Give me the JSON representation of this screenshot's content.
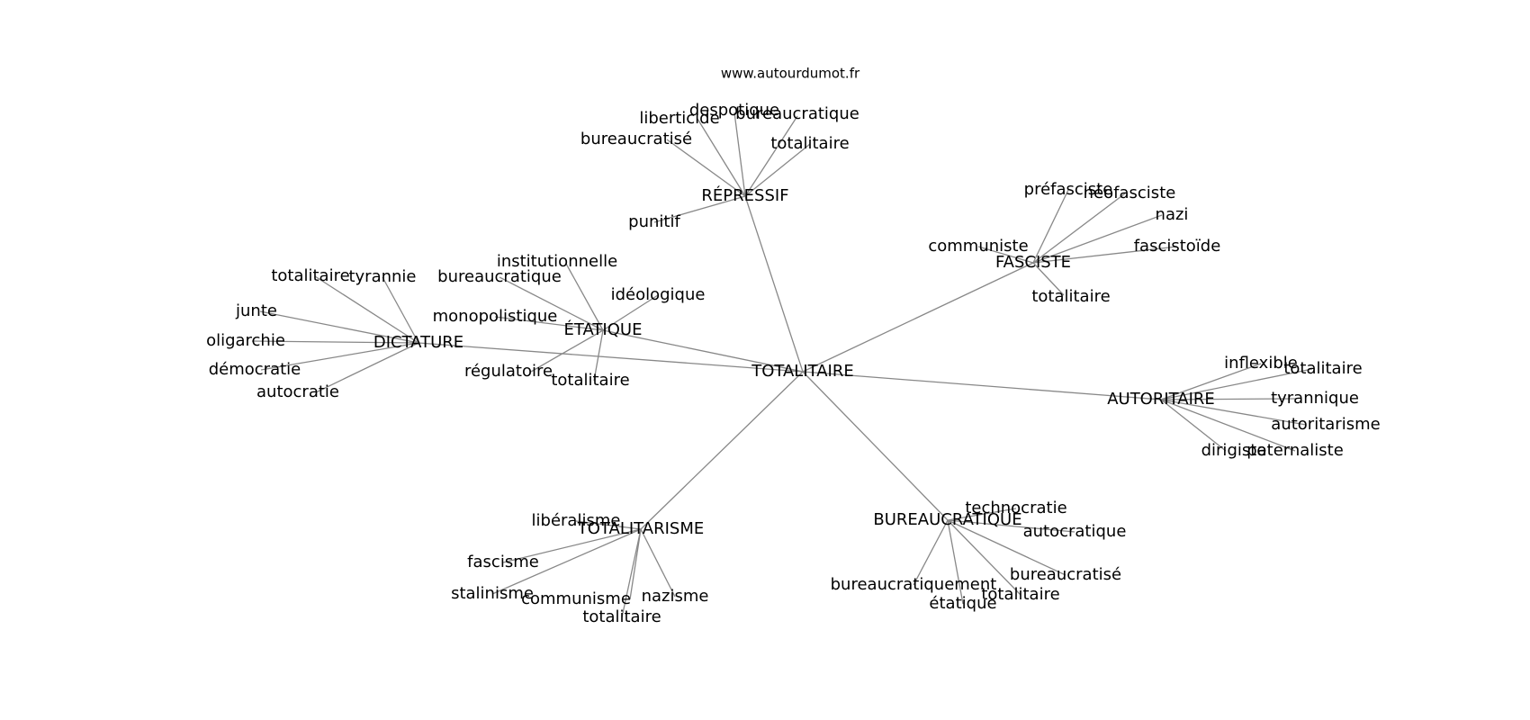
{
  "source_url": "www.autourdumot.fr",
  "edge_color": "#888888",
  "center": {
    "id": "c",
    "label": "TOTALITAIRE"
  },
  "hubs": [
    {
      "id": "h_rep",
      "label": "RÉPRESSIF",
      "words": [
        "despotique",
        "bureaucratique",
        "liberticide",
        "bureaucratisé",
        "totalitaire",
        "punitif"
      ]
    },
    {
      "id": "h_fas",
      "label": "FASCISTE",
      "words": [
        "préfasciste",
        "néofasciste",
        "nazi",
        "communiste",
        "fascistoïde",
        "totalitaire"
      ]
    },
    {
      "id": "h_eta",
      "label": "ÉTATIQUE",
      "words": [
        "institutionnelle",
        "bureaucratique",
        "idéologique",
        "monopolistique",
        "régulatoire",
        "totalitaire"
      ]
    },
    {
      "id": "h_dic",
      "label": "DICTATURE",
      "words": [
        "totalitaire",
        "tyrannie",
        "junte",
        "oligarchie",
        "démocratie",
        "autocratie"
      ]
    },
    {
      "id": "h_aut",
      "label": "AUTORITAIRE",
      "words": [
        "inflexible",
        "totalitaire",
        "tyrannique",
        "autoritarisme",
        "dirigiste",
        "paternaliste"
      ]
    },
    {
      "id": "h_tot",
      "label": "TOTALITARISME",
      "words": [
        "libéralisme",
        "fascisme",
        "stalinisme",
        "communisme",
        "nazisme",
        "totalitaire"
      ]
    },
    {
      "id": "h_bur",
      "label": "BUREAUCRATIQUE",
      "words": [
        "technocratie",
        "autocratique",
        "bureaucratisé",
        "bureaucratiquement",
        "étatique",
        "totalitaire"
      ]
    }
  ],
  "center_links": [
    "h_rep",
    "h_fas",
    "h_eta",
    "h_dic",
    "h_aut",
    "h_tot",
    "h_bur"
  ]
}
